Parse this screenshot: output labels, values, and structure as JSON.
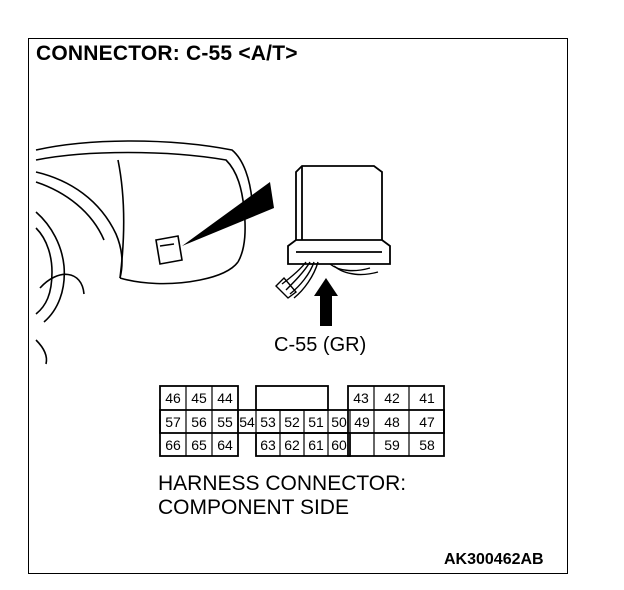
{
  "title": "CONNECTOR: C-55 <A/T>",
  "connector_label": "C-55 (GR)",
  "caption": {
    "line1": "HARNESS CONNECTOR:",
    "line2": "COMPONENT SIDE"
  },
  "figure_code": "AK300462AB",
  "pins": {
    "top_left": [
      "46",
      "45",
      "44"
    ],
    "top_right": [
      "43",
      "42",
      "41"
    ],
    "middle": [
      "57",
      "56",
      "55",
      "54",
      "53",
      "52",
      "51",
      "50",
      "49",
      "48",
      "47"
    ],
    "bottom_left": [
      "66",
      "65",
      "64"
    ],
    "bottom_center": [
      "63",
      "62",
      "61",
      "60"
    ],
    "bottom_right": [
      "59",
      "58"
    ]
  }
}
